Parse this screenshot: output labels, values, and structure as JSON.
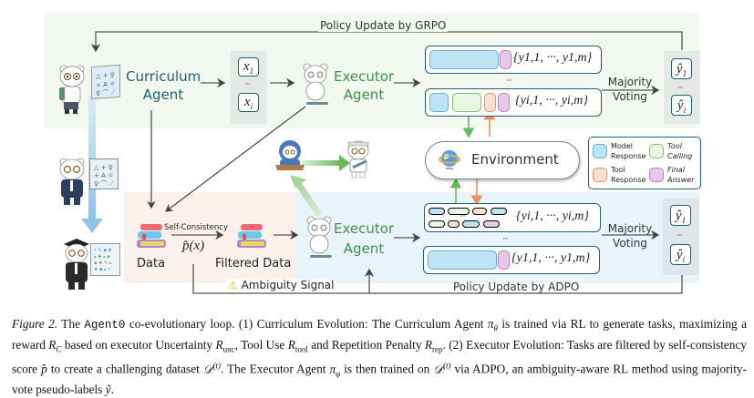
{
  "figure": {
    "top_loop_label": "Policy Update by GRPO",
    "bottom_loop_label": "Policy Update by ADPO",
    "curriculum_agent": {
      "line1": "Curriculum",
      "line2": "Agent",
      "color": "#1f5f7a"
    },
    "executor_agent_top": {
      "line1": "Executor",
      "line2": "Agent",
      "color": "#3f8f4f"
    },
    "executor_agent_bottom": {
      "line1": "Executor",
      "line2": "Agent",
      "color": "#3f8f4f"
    },
    "tasks": {
      "first": "x",
      "first_sub": "1",
      "last": "x",
      "last_sub": "i",
      "ellipsis": "···"
    },
    "top_sequences": {
      "row1_text": "{y1,1, ···, y1,m}",
      "row2_text": "{yi,1, ···, yi,m}",
      "ellipsis": "···"
    },
    "bottom_sequences": {
      "row1_text": "{yi,1, ···, yi,m}",
      "row2_text": "{y1,1, ···, y1,m}",
      "ellipsis": "···"
    },
    "majority_voting": {
      "line1": "Majority",
      "line2": "Voting"
    },
    "answers": {
      "first": "ŷ",
      "first_sub": "1",
      "last": "ŷ",
      "last_sub": "i",
      "ellipsis": "···"
    },
    "environment": {
      "label": "Environment",
      "icon": "globe-icon"
    },
    "legend": [
      {
        "label_line1": "Model",
        "label_line2": "Response",
        "color": "#bfe3f5",
        "border": "#5ab3e0"
      },
      {
        "label_line1": "Tool",
        "label_line2": "Calling",
        "color": "#e8f6e2",
        "border": "#7cc46b"
      },
      {
        "label_line1": "Tool",
        "label_line2": "Response",
        "color": "#fbe0d2",
        "border": "#ef8f5d"
      },
      {
        "label_line1": "Final",
        "label_line2": "Answer",
        "color": "#e6c9e6",
        "border": "#c47ec4"
      }
    ],
    "data_filter": {
      "data_label": "Data",
      "self_consistency_label": "Self-Consistency",
      "score_label": "p̂(x)",
      "filtered_label": "Filtered Data"
    },
    "ambiguity_signal": {
      "icon": "warning-icon",
      "label": "Ambiguity Signal"
    },
    "colors": {
      "top_panel_bg": "#f2f8ef",
      "bottom_panel_bg": "#e9f4fa",
      "filter_panel_bg": "#fbf1ec",
      "accent_teal": "#1f5f7a",
      "accent_green": "#3f8f4f"
    }
  },
  "caption": {
    "figure_label": "Figure 2.",
    "the": " The ",
    "system_name": "Agent0",
    "text_part1": " co-evolutionary loop. (1) Curriculum Evolution: The Curriculum Agent ",
    "pi_theta": "πθ",
    "text_part2": " is trained via RL to generate tasks, maximizing a reward ",
    "r_c": "RC",
    "text_part3": " based on executor Uncertainty ",
    "r_unc": "Runc",
    "text_part4": ", Tool Use ",
    "r_tool": "Rtool",
    "text_part5": " and Repetition Penalty ",
    "r_rep": "Rrep",
    "text_part6": ". (2) Executor Evolution: Tasks are filtered by self-consistency score ",
    "p_hat": "p̂",
    "text_part7": " to create a challenging dataset ",
    "d_t": "D(t)",
    "text_part8": ". The Executor Agent ",
    "pi_phi": "πϕ",
    "text_part9": " is then trained on ",
    "text_part10": " via ADPO, an ambiguity-aware RL method using majority-vote pseudo-labels ",
    "y_tilde": "ỹ",
    "text_end": "."
  }
}
